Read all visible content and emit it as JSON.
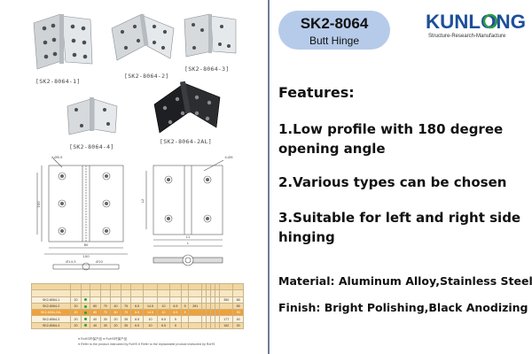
{
  "product": {
    "code": "SK2-8064",
    "name": "Butt Hinge"
  },
  "brand": {
    "name": "KUNLONG",
    "tagline": "Structure-Research-Manufacture",
    "colors": {
      "blue": "#1d4f9a",
      "green": "#2e9b46"
    }
  },
  "features": {
    "title": "Features:",
    "items": [
      "1.Low profile with 180 degree opening angle",
      "2.Various types can be chosen",
      "3.Suitable for left and right side hinging"
    ]
  },
  "material": "Material: Aluminum Alloy,Stainless Steel",
  "finish": "Finish: Bright Polishing,Black Anodizing",
  "variants": [
    {
      "label": "[SK2-8064-1]"
    },
    {
      "label": "[SK2-8064-2]"
    },
    {
      "label": "[SK2-8064-3]"
    },
    {
      "label": "[SK2-8064-4]"
    },
    {
      "label": "[SK2-8064-2AL]"
    }
  ],
  "drawing": {
    "dims": [
      "4-Ø6.5",
      "100",
      "80",
      "100",
      "80",
      "L",
      "L1",
      "L2",
      "Ø14.5",
      "Ø10",
      "4-Ø9"
    ]
  },
  "spec_table": {
    "rows": [
      [
        "SK2-8064-1",
        "20",
        "",
        "",
        "",
        "",
        "",
        "",
        "",
        "",
        "",
        "",
        "",
        "",
        "",
        "",
        "",
        "350",
        "85"
      ],
      [
        "SK2-8064-2",
        "20",
        "",
        "80",
        "70",
        "40",
        "75",
        "6.5",
        "14.5",
        "10",
        "6.5",
        "5",
        "281",
        "",
        "",
        "",
        "",
        "",
        "85"
      ],
      [
        "SK2-8064-2AL",
        "20",
        "",
        "80",
        "70",
        "80",
        "75",
        "6.5",
        "14.5",
        "10",
        "6.5",
        "5",
        "",
        "",
        "",
        "",
        "",
        "",
        "30"
      ],
      [
        "SK2-8064-3",
        "20",
        "",
        "40",
        "30",
        "20",
        "35",
        "6.5",
        "10",
        "6.5",
        "5",
        "",
        "",
        "",
        "",
        "",
        "",
        "177",
        "40"
      ],
      [
        "SK2-8064-4",
        "20",
        "",
        "40",
        "30",
        "20",
        "35",
        "6.5",
        "10",
        "6.5",
        "5",
        "",
        "",
        "",
        "",
        "",
        "",
        "162",
        "30"
      ]
    ]
  },
  "legend": {
    "line1": "● RoHS环保产品    ● RoHS环保产品",
    "line2": "● Refer to the product instructed by RoHS    ● Refer to the replaceable product instructed by RoHS"
  }
}
